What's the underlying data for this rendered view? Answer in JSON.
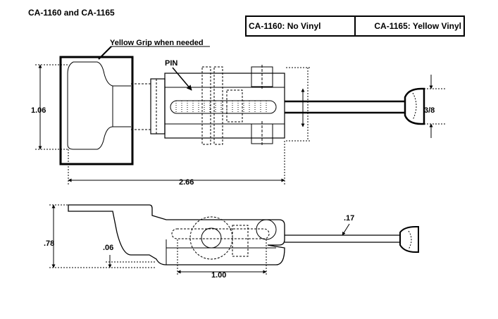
{
  "title": "CA-1160 and CA-1165",
  "legend": {
    "no_vinyl": "CA-1160: No Vinyl",
    "yellow_vinyl": "CA-1165: Yellow Vinyl"
  },
  "labels": {
    "yellow_grip": "Yellow Grip when needed",
    "pin": "PIN",
    "dim_grip_height": "1.06",
    "dim_overall_length": "2.66",
    "dim_rod_dia": "3/8",
    "dim_side_height": ".78",
    "dim_plate_thickness": ".06",
    "dim_hole_spacing": "1.00",
    "dim_wire": ".17"
  }
}
